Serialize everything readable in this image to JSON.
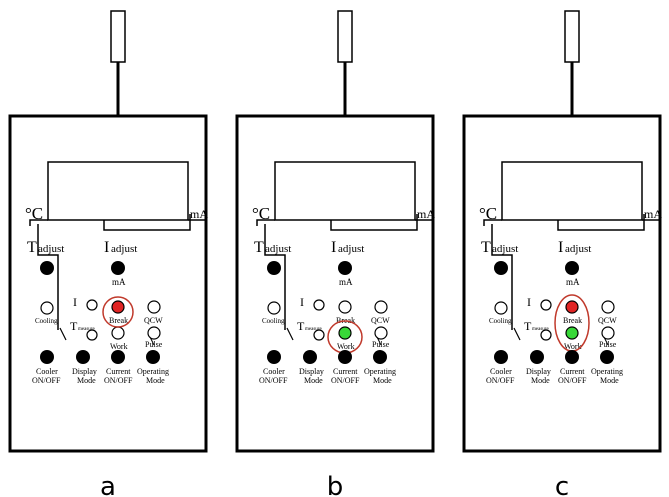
{
  "panels": [
    {
      "caption": "a",
      "break_led": "red",
      "work_led": "off",
      "highlight": "break"
    },
    {
      "caption": "b",
      "break_led": "off",
      "work_led": "green",
      "highlight": "work"
    },
    {
      "caption": "c",
      "break_led": "red",
      "work_led": "green",
      "highlight": "both"
    }
  ],
  "labels": {
    "celsius": "°C",
    "milliamp": "mA",
    "t_adjust_main": "T",
    "t_adjust_sub": "adjust",
    "i_adjust_main": "I",
    "i_adjust_sub": "adjust",
    "ma_under": "mA",
    "cooling": "Cooling",
    "i_led": "I",
    "t_measure_main": "T",
    "t_measure_sub": "measure",
    "break": "Break",
    "work": "Work",
    "qcw": "QCW",
    "pulse": "Pulse",
    "cooler_1": "Cooler",
    "cooler_2": "ON/OFF",
    "display_1": "Display",
    "display_2": "Mode",
    "current_1": "Current",
    "current_2": "ON/OFF",
    "operating_1": "Operating",
    "operating_2": "Mode"
  },
  "colors": {
    "led_red": "#e02424",
    "led_green": "#38d838",
    "led_off": "#ffffff",
    "highlight": "#c0392b",
    "knob": "#000000"
  }
}
